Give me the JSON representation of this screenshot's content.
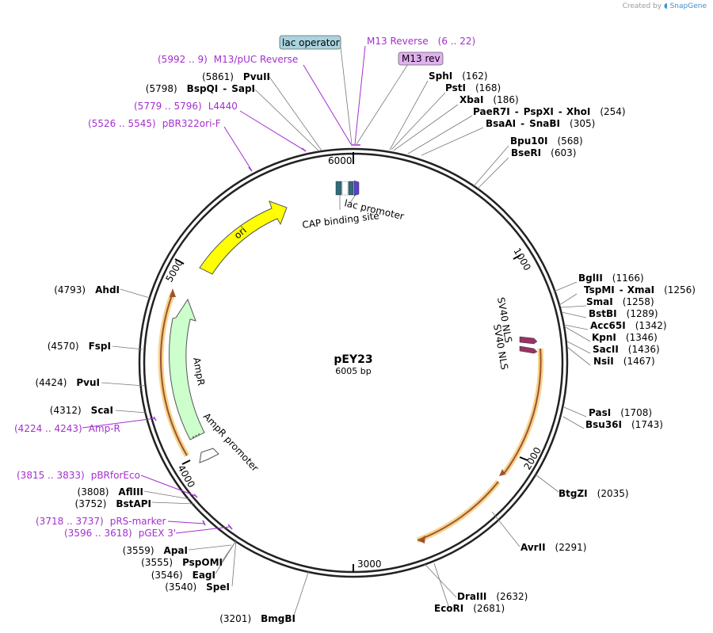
{
  "credit": {
    "prefix": "Created by",
    "brand": "SnapGene"
  },
  "plasmid": {
    "name": "pEY23",
    "size_label": "6005 bp",
    "length": 6005
  },
  "ticks": [
    "1000",
    "2000",
    "3000",
    "4000",
    "5000",
    "6000"
  ],
  "enzymes": [
    {
      "name": "SphI",
      "pos": "(162)"
    },
    {
      "name": "PstI",
      "pos": "(168)"
    },
    {
      "name": "XbaI",
      "pos": "(186)"
    },
    {
      "name": "PaeR7I",
      "name2": "PspXI",
      "name3": "XhoI",
      "pos": "(254)"
    },
    {
      "name": "BsaAI",
      "name2": "SnaBI",
      "pos": "(305)"
    },
    {
      "name": "Bpu10I",
      "pos": "(568)"
    },
    {
      "name": "BseRI",
      "pos": "(603)"
    },
    {
      "name": "BglII",
      "pos": "(1166)"
    },
    {
      "name": "TspMI",
      "name2": "XmaI",
      "pos": "(1256)"
    },
    {
      "name": "SmaI",
      "pos": "(1258)"
    },
    {
      "name": "BstBI",
      "pos": "(1289)"
    },
    {
      "name": "Acc65I",
      "pos": "(1342)"
    },
    {
      "name": "KpnI",
      "pos": "(1346)"
    },
    {
      "name": "SacII",
      "pos": "(1436)"
    },
    {
      "name": "NsiI",
      "pos": "(1467)"
    },
    {
      "name": "PasI",
      "pos": "(1708)"
    },
    {
      "name": "Bsu36I",
      "pos": "(1743)"
    },
    {
      "name": "BtgZI",
      "pos": "(2035)"
    },
    {
      "name": "AvrII",
      "pos": "(2291)"
    },
    {
      "name": "DraIII",
      "pos": "(2632)"
    },
    {
      "name": "EcoRI",
      "pos": "(2681)"
    },
    {
      "name": "BmgBI",
      "pos": "(3201)"
    },
    {
      "name": "SpeI",
      "pos": "(3540)"
    },
    {
      "name": "EagI",
      "pos": "(3546)"
    },
    {
      "name": "PspOMI",
      "pos": "(3555)"
    },
    {
      "name": "ApaI",
      "pos": "(3559)"
    },
    {
      "name": "BstAPI",
      "pos": "(3752)"
    },
    {
      "name": "AflIII",
      "pos": "(3808)"
    },
    {
      "name": "ScaI",
      "pos": "(4312)"
    },
    {
      "name": "PvuI",
      "pos": "(4424)"
    },
    {
      "name": "FspI",
      "pos": "(4570)"
    },
    {
      "name": "AhdI",
      "pos": "(4793)"
    },
    {
      "name": "BspQI",
      "name2": "SapI",
      "pos": "(5798)"
    },
    {
      "name": "PvuII",
      "pos": "(5861)"
    }
  ],
  "primers": [
    {
      "name": "M13 Reverse",
      "range": "(6 .. 22)"
    },
    {
      "name": "M13/pUC Reverse",
      "range": "(5992 .. 9)"
    },
    {
      "name": "L4440",
      "range": "(5779 .. 5796)"
    },
    {
      "name": "pBR322ori-F",
      "range": "(5526 .. 5545)"
    },
    {
      "name": "Amp-R",
      "range": "(4224 .. 4243)"
    },
    {
      "name": "pBRforEco",
      "range": "(3815 .. 3833)"
    },
    {
      "name": "pRS-marker",
      "range": "(3718 .. 3737)"
    },
    {
      "name": "pGEX 3'",
      "range": "(3596 .. 3618)"
    }
  ],
  "boxed_labels": {
    "lac_operator": "lac operator",
    "m13_rev": "M13 rev"
  },
  "features": {
    "ori": "ori",
    "ampr": "AmpR",
    "ampr_promoter": "AmpR promoter",
    "lac_promoter": "lac promoter",
    "cap_site": "CAP binding site",
    "sv40_nls_1": "SV40 NLS",
    "sv40_nls_2": "SV40 NLS"
  },
  "colors": {
    "ori": "#ffff00",
    "ampr": "#ccffcc",
    "orf_arrow": "#a0522d",
    "orf_glow": "#f4d48e",
    "nls": "#993366",
    "primer": "#a32fcf",
    "lac_operator_box": "#a9d3df",
    "m13_box": "#e0b0f0",
    "lac_promoter": "#5a3fcf",
    "cap_site": "#2f6b7b"
  }
}
